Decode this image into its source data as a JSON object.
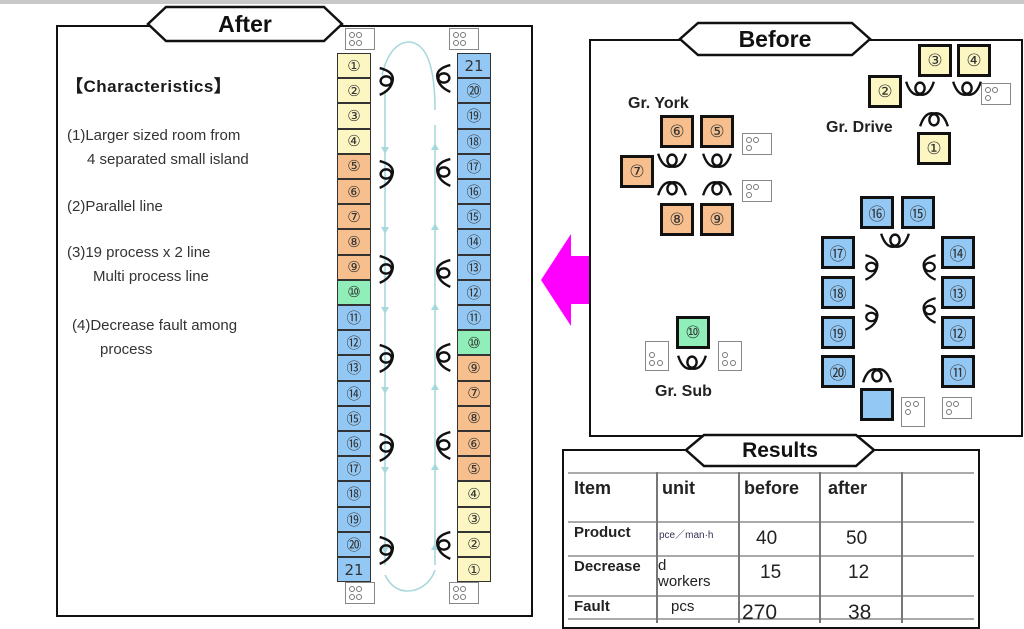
{
  "after": {
    "title": "After",
    "characteristics_title": "【Characteristics】",
    "characteristics": [
      {
        "line1": "(1)Larger sized room from",
        "line2": "4 separated small island"
      },
      {
        "line1": "(2)Parallel line",
        "line2": ""
      },
      {
        "line1": "(3)19 process x 2 line",
        "line2": "Multi process line"
      },
      {
        "line1": "(4)Decrease fault  among",
        "line2": "process"
      }
    ],
    "left_line": [
      {
        "label": "①",
        "color": "y"
      },
      {
        "label": "②",
        "color": "y"
      },
      {
        "label": "③",
        "color": "y"
      },
      {
        "label": "④",
        "color": "y"
      },
      {
        "label": "⑤",
        "color": "o"
      },
      {
        "label": "⑥",
        "color": "o"
      },
      {
        "label": "⑦",
        "color": "o"
      },
      {
        "label": "⑧",
        "color": "o"
      },
      {
        "label": "⑨",
        "color": "o"
      },
      {
        "label": "⑩",
        "color": "g"
      },
      {
        "label": "⑪",
        "color": "b"
      },
      {
        "label": "⑫",
        "color": "b"
      },
      {
        "label": "⑬",
        "color": "b"
      },
      {
        "label": "⑭",
        "color": "b"
      },
      {
        "label": "⑮",
        "color": "b"
      },
      {
        "label": "⑯",
        "color": "b"
      },
      {
        "label": "⑰",
        "color": "b"
      },
      {
        "label": "⑱",
        "color": "b"
      },
      {
        "label": "⑲",
        "color": "b"
      },
      {
        "label": "⑳",
        "color": "b"
      },
      {
        "label": "21",
        "color": "b"
      }
    ],
    "right_line": [
      {
        "label": "21",
        "color": "b"
      },
      {
        "label": "⑳",
        "color": "b"
      },
      {
        "label": "⑲",
        "color": "b"
      },
      {
        "label": "⑱",
        "color": "b"
      },
      {
        "label": "⑰",
        "color": "b"
      },
      {
        "label": "⑯",
        "color": "b"
      },
      {
        "label": "⑮",
        "color": "b"
      },
      {
        "label": "⑭",
        "color": "b"
      },
      {
        "label": "⑬",
        "color": "b"
      },
      {
        "label": "⑫",
        "color": "b"
      },
      {
        "label": "⑪",
        "color": "b"
      },
      {
        "label": "⑩",
        "color": "g"
      },
      {
        "label": "⑨",
        "color": "o"
      },
      {
        "label": "⑦",
        "color": "o"
      },
      {
        "label": "⑧",
        "color": "o"
      },
      {
        "label": "⑥",
        "color": "o"
      },
      {
        "label": "⑤",
        "color": "o"
      },
      {
        "label": "④",
        "color": "y"
      },
      {
        "label": "③",
        "color": "y"
      },
      {
        "label": "②",
        "color": "y"
      },
      {
        "label": "①",
        "color": "y"
      }
    ]
  },
  "before": {
    "title": "Before",
    "groups": {
      "york": "Gr. York",
      "drive": "Gr. Drive",
      "sub": "Gr. Sub"
    },
    "cells": {
      "c1": "①",
      "c2": "②",
      "c3": "③",
      "c4": "④",
      "c5": "⑤",
      "c6": "⑥",
      "c7": "⑦",
      "c8": "⑧",
      "c9": "⑨",
      "c10": "⑩",
      "c11": "⑪",
      "c12": "⑫",
      "c13": "⑬",
      "c14": "⑭",
      "c15": "⑮",
      "c16": "⑯",
      "c17": "⑰",
      "c18": "⑱",
      "c19": "⑲",
      "c20": "⑳"
    }
  },
  "arrow_color": "#ff00ff",
  "colors": {
    "yellow": "#fbf6c2",
    "orange": "#f6bf8d",
    "blue": "#93c8f4",
    "green": "#90efb8"
  },
  "results": {
    "title": "Results",
    "headers": [
      "Item",
      "unit",
      "before",
      "after"
    ],
    "rows": [
      {
        "item": "Product",
        "unit": "pce／man·h",
        "before": "40",
        "after": "50"
      },
      {
        "item": "Decrease",
        "unit": "d workers",
        "before": "15",
        "after": "12"
      },
      {
        "item": "Fault",
        "unit": "pcs",
        "before": "270",
        "after": "38"
      }
    ]
  }
}
